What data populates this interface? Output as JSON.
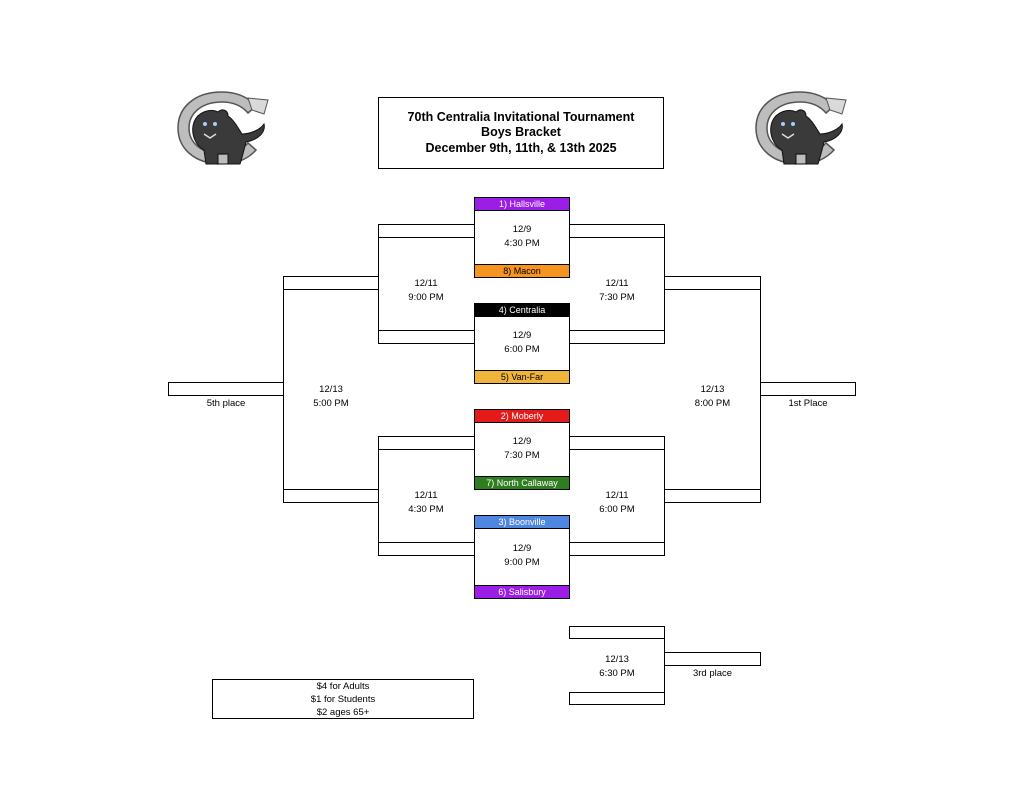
{
  "title": {
    "line1": "70th Centralia Invitational Tournament",
    "line2": "Boys Bracket",
    "line3": "December 9th, 11th, & 13th 2025"
  },
  "colors": {
    "hallsville": "#9b1ee6",
    "macon": "#f5941e",
    "centralia": "#000000",
    "vanfar": "#f0b43a",
    "moberly": "#e31b1b",
    "north_callaway": "#2e7d1e",
    "boonville": "#4f86e0",
    "salisbury": "#9b1ee6"
  },
  "first_round": [
    {
      "top_team": "1) Hallsville",
      "bottom_team": "8) Macon",
      "date": "12/9",
      "time": "4:30 PM"
    },
    {
      "top_team": "4) Centralia",
      "bottom_team": "5) Van-Far",
      "date": "12/9",
      "time": "6:00 PM"
    },
    {
      "top_team": "2) Moberly",
      "bottom_team": "7) North Callaway",
      "date": "12/9",
      "time": "7:30 PM"
    },
    {
      "top_team": "3) Boonville",
      "bottom_team": "6) Salisbury",
      "date": "12/9",
      "time": "9:00 PM"
    }
  ],
  "semis": {
    "left_top": {
      "date": "12/11",
      "time": "9:00 PM"
    },
    "right_top": {
      "date": "12/11",
      "time": "7:30 PM"
    },
    "left_bottom": {
      "date": "12/11",
      "time": "4:30 PM"
    },
    "right_bottom": {
      "date": "12/11",
      "time": "6:00 PM"
    }
  },
  "finals": {
    "left": {
      "date": "12/13",
      "time": "5:00 PM",
      "label": "5th place"
    },
    "right": {
      "date": "12/13",
      "time": "8:00 PM",
      "label": "1st Place"
    },
    "third": {
      "date": "12/13",
      "time": "6:30 PM",
      "label": "3rd place"
    }
  },
  "prices": {
    "adults": "$4 for Adults",
    "students": "$1 for Students",
    "seniors": "$2 ages 65+"
  }
}
